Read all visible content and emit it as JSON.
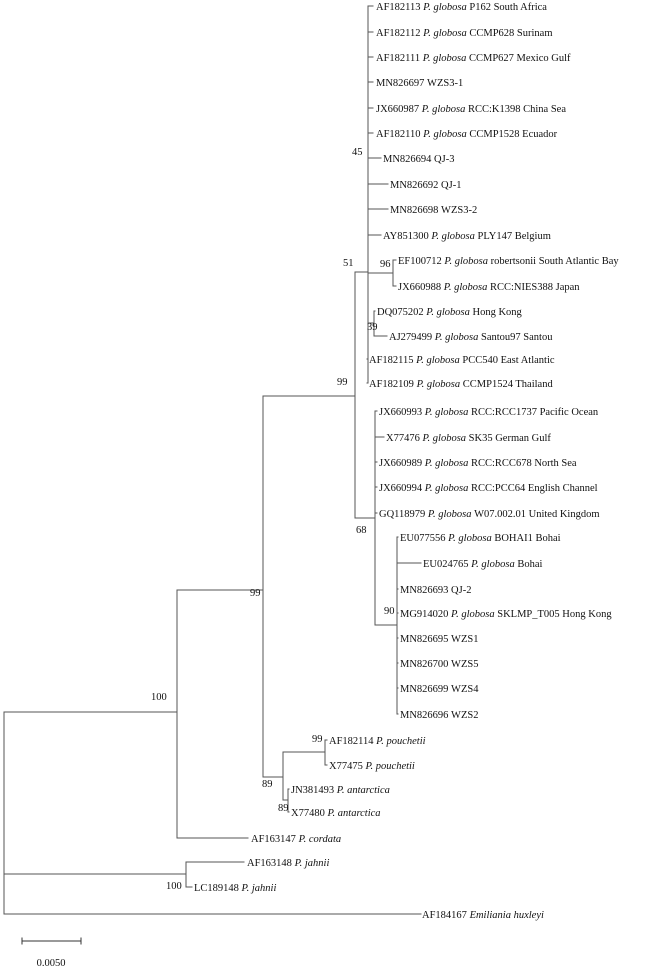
{
  "colors": {
    "line": "#555555",
    "text": "#111111",
    "background": "#ffffff"
  },
  "taxa": [
    {
      "id": "t1",
      "acc": "AF182113",
      "sp": "P. globosa",
      "info": "P162 South Africa"
    },
    {
      "id": "t2",
      "acc": "AF182112",
      "sp": "P. globosa",
      "info": "CCMP628 Surinam"
    },
    {
      "id": "t3",
      "acc": "AF182111",
      "sp": "P. globosa",
      "info": "CCMP627 Mexico Gulf"
    },
    {
      "id": "t4",
      "acc": "MN826697",
      "sp": "",
      "info": "WZS3-1"
    },
    {
      "id": "t5",
      "acc": "JX660987",
      "sp": "P. globosa",
      "info": "RCC:K1398 China Sea"
    },
    {
      "id": "t6",
      "acc": "AF182110",
      "sp": "P. globosa",
      "info": "CCMP1528 Ecuador"
    },
    {
      "id": "t7",
      "acc": "MN826694",
      "sp": "",
      "info": "QJ-3"
    },
    {
      "id": "t8",
      "acc": "MN826692",
      "sp": "",
      "info": "QJ-1"
    },
    {
      "id": "t9",
      "acc": "MN826698",
      "sp": "",
      "info": "WZS3-2"
    },
    {
      "id": "t10",
      "acc": "AY851300",
      "sp": "P. globosa",
      "info": "PLY147  Belgium"
    },
    {
      "id": "t11",
      "acc": "EF100712",
      "sp": "P. globosa",
      "info": "robertsonii  South Atlantic Bay"
    },
    {
      "id": "t12",
      "acc": "JX660988",
      "sp": "P. globosa",
      "info": "RCC:NIES388  Japan"
    },
    {
      "id": "t13",
      "acc": "DQ075202",
      "sp": "P. globosa",
      "info": "Hong Kong"
    },
    {
      "id": "t14",
      "acc": "AJ279499",
      "sp": "P. globosa",
      "info": "Santou97  Santou"
    },
    {
      "id": "t15",
      "acc": "AF182115",
      "sp": "P. globosa",
      "info": "PCC540  East Atlantic"
    },
    {
      "id": "t16",
      "acc": "AF182109",
      "sp": "P. globosa",
      "info": "CCMP1524  Thailand"
    },
    {
      "id": "t17",
      "acc": "JX660993",
      "sp": "P. globosa",
      "info": "RCC:RCC1737  Pacific Ocean"
    },
    {
      "id": "t18",
      "acc": "X77476",
      "sp": "P. globosa",
      "info": "SK35  German Gulf"
    },
    {
      "id": "t19",
      "acc": "JX660989",
      "sp": "P. globosa",
      "info": "RCC:RCC678  North Sea"
    },
    {
      "id": "t20",
      "acc": "JX660994",
      "sp": "P. globosa",
      "info": "RCC:PCC64  English Channel"
    },
    {
      "id": "t21",
      "acc": "GQ118979",
      "sp": "P. globosa",
      "info": "W07.002.01  United Kingdom"
    },
    {
      "id": "t22",
      "acc": "EU077556",
      "sp": "P. globosa",
      "info": "BOHAI1  Bohai"
    },
    {
      "id": "t23",
      "acc": "EU024765",
      "sp": "P. globosa",
      "info": "Bohai"
    },
    {
      "id": "t24",
      "acc": "MN826693",
      "sp": "",
      "info": "QJ-2"
    },
    {
      "id": "t25",
      "acc": "MG914020",
      "sp": "P. globosa",
      "info": "SKLMP_T005 Hong Kong"
    },
    {
      "id": "t26",
      "acc": "MN826695",
      "sp": "",
      "info": "WZS1"
    },
    {
      "id": "t27",
      "acc": "MN826700",
      "sp": "",
      "info": "WZS5"
    },
    {
      "id": "t28",
      "acc": "MN826699",
      "sp": "",
      "info": "WZS4"
    },
    {
      "id": "t29",
      "acc": "MN826696",
      "sp": "",
      "info": "WZS2"
    },
    {
      "id": "t30",
      "acc": "AF182114",
      "sp": "P. pouchetii",
      "info": ""
    },
    {
      "id": "t31",
      "acc": "X77475",
      "sp": "P. pouchetii",
      "info": ""
    },
    {
      "id": "t32",
      "acc": "JN381493",
      "sp": "P. antarctica",
      "info": ""
    },
    {
      "id": "t33",
      "acc": "X77480",
      "sp": "P. antarctica",
      "info": ""
    },
    {
      "id": "t34",
      "acc": "AF163147",
      "sp": "P. cordata",
      "info": ""
    },
    {
      "id": "t35",
      "acc": "AF163148",
      "sp": "P. jahnii",
      "info": ""
    },
    {
      "id": "t36",
      "acc": "LC189148",
      "sp": "P. jahnii",
      "info": ""
    },
    {
      "id": "t37",
      "acc": "AF184167",
      "sp": "Emiliania huxleyi",
      "info": ""
    }
  ],
  "bootstrap": [
    {
      "id": "b45",
      "value": "45"
    },
    {
      "id": "b96",
      "value": "96"
    },
    {
      "id": "b51",
      "value": "51"
    },
    {
      "id": "b39",
      "value": "39"
    },
    {
      "id": "b99a",
      "value": "99"
    },
    {
      "id": "b68",
      "value": "68"
    },
    {
      "id": "b90",
      "value": "90"
    },
    {
      "id": "b99b",
      "value": "99"
    },
    {
      "id": "b100a",
      "value": "100"
    },
    {
      "id": "b99c",
      "value": "99"
    },
    {
      "id": "b89a",
      "value": "89"
    },
    {
      "id": "b89b",
      "value": "89"
    },
    {
      "id": "b100b",
      "value": "100"
    }
  ],
  "scale": {
    "label": "0.0050"
  }
}
